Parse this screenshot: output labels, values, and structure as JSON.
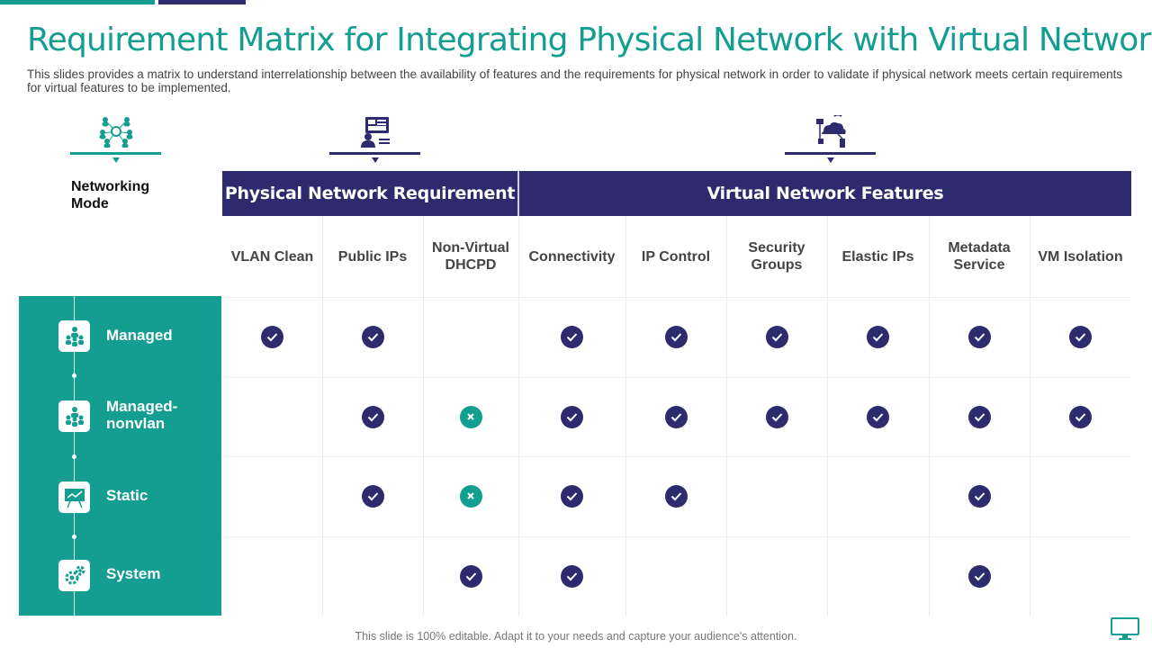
{
  "title": "Requirement Matrix for Integrating Physical Network with Virtual Network",
  "subtitle": "This slides provides a matrix to understand interrelationship between the availability of features and the requirements for physical network in order to validate if physical network meets certain requirements for virtual features to be implemented.",
  "header_icons": [
    "network-people-icon",
    "computer-analyst-icon",
    "cloud-network-icon"
  ],
  "networking_mode_label": "Networking Mode",
  "groups": {
    "physical": "Physical Network Requirement",
    "virtual": "Virtual Network Features"
  },
  "columns": [
    "VLAN Clean",
    "Public IPs",
    "Non-Virtual DHCPD",
    "Connectivity",
    "IP Control",
    "Security Groups",
    "Elastic IPs",
    "Metadata Service",
    "VM Isolation"
  ],
  "rows": [
    {
      "label": "Managed",
      "icon": "team-icon",
      "cells": [
        "check",
        "check",
        "",
        "check",
        "check",
        "check",
        "check",
        "check",
        "check"
      ]
    },
    {
      "label": "Managed-nonvlan",
      "icon": "team-icon",
      "cells": [
        "",
        "check",
        "cross",
        "check",
        "check",
        "check",
        "check",
        "check",
        "check"
      ]
    },
    {
      "label": "Static",
      "icon": "presentation-icon",
      "cells": [
        "",
        "check",
        "cross",
        "check",
        "check",
        "",
        "",
        "check",
        ""
      ]
    },
    {
      "label": "System",
      "icon": "gears-icon",
      "cells": [
        "",
        "",
        "check",
        "check",
        "",
        "",
        "",
        "check",
        ""
      ]
    }
  ],
  "footer": "This slide is 100% editable. Adapt it to your needs and capture your audience's attention.",
  "colors": {
    "teal": "#149e91",
    "navy": "#2d2a6e"
  }
}
